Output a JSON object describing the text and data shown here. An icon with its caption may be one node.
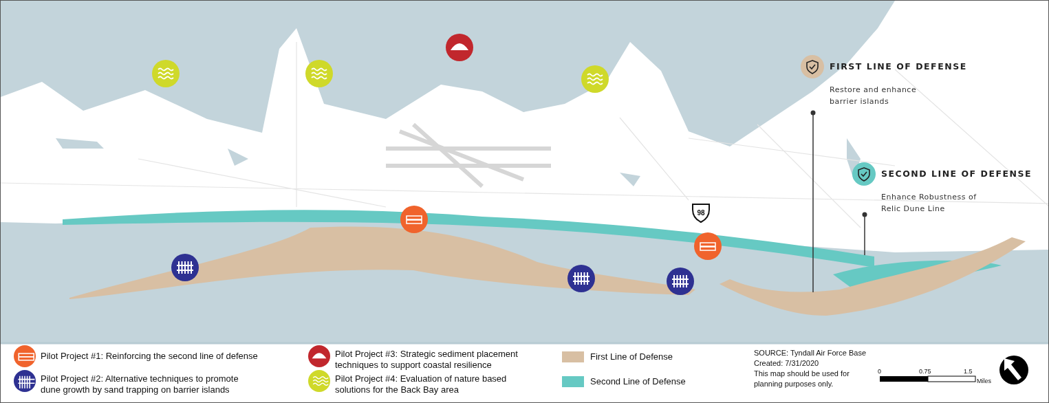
{
  "diagram": {
    "nodes": [
      {
        "text": [
          "FIRST LINE OF DEFENSE",
          "Restore and enhance barrier islands"
        ]
      },
      {
        "text": [],
        "shape": "band"
      },
      {
        "text": [
          "SECOND LINE OF DEFENSE",
          "Enhance Robustness of Relic Dune Line"
        ]
      },
      {
        "text": [],
        "shape": "band"
      }
    ],
    "edges": [
      {
        "from": 0,
        "to": 1,
        "arrow": "other"
      },
      {
        "from": 2,
        "to": 3,
        "arrow": "other"
      }
    ],
    "labels": [
      "98",
      "SOURCE: Tyndall Air Force Base",
      "Created: 7/31/2020",
      "This map should be used for planning purposes only.",
      "0",
      "0.75",
      "1.5",
      "Miles"
    ],
    "legend": [
      {
        "text": "Pilot Project #1: Reinforcing the second line of defense"
      },
      {
        "text": "Pilot Project #2: Alternative techniques to promote dune growth by sand trapping on barrier islands"
      },
      {
        "text": "Pilot Project #3: Strategic sediment placement techniques to support coastal resilience"
      },
      {
        "text": "Pilot Project #4: Evaluation of nature based solutions for the Back Bay area"
      },
      {
        "text": "First Line of Defense",
        "color": "#d8bfa3"
      },
      {
        "text": "Second Line of Defense",
        "color": "#66c9c3"
      }
    ]
  }
}
